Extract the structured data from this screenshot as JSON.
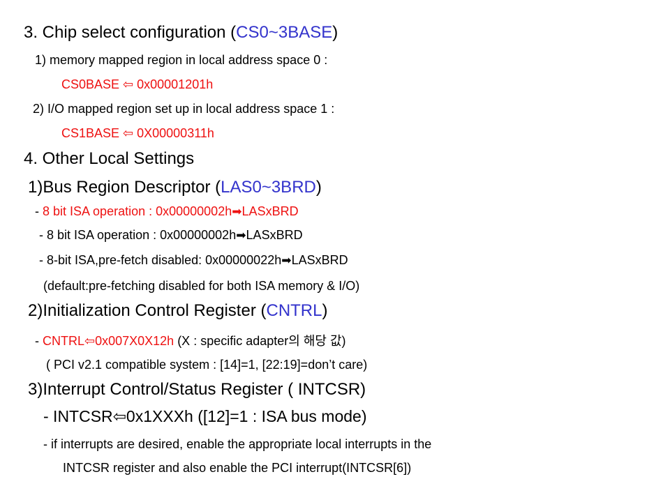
{
  "colors": {
    "text": "#000000",
    "blue": "#3333cc",
    "red": "#ee1111",
    "background": "#ffffff"
  },
  "s3": {
    "heading_pre": "3. Chip select configuration (",
    "heading_code": "CS0~3BASE",
    "heading_post": ")",
    "item1": "1) memory mapped region in local address space 0 :",
    "item1_val": "CS0BASE ⇦ 0x00001201h",
    "item2": "2) I/O mapped region set up in local address space 1 :",
    "item2_val": "CS1BASE ⇦ 0X00000311h"
  },
  "s4": {
    "heading": "4. Other Local Settings",
    "bus_pre": "1)Bus Region Descriptor (",
    "bus_code": "LAS0~3BRD",
    "bus_post": ")",
    "bus_b1_dash": "- ",
    "bus_b1_red": "8 bit ISA operation : 0x00000002h",
    "bus_b1_arrow": "➡",
    "bus_b1_tail": "LASxBRD",
    "bus_b2": "- 8 bit ISA operation : 0x00000002h",
    "bus_b2_arrow": "➡",
    "bus_b2_tail": "LASxBRD",
    "bus_b3": "- 8-bit ISA,pre-fetch disabled: 0x00000022h",
    "bus_b3_arrow": "➡",
    "bus_b3_tail": "LASxBRD",
    "bus_note": "(default:pre-fetching disabled for both ISA memory & I/O)",
    "init_pre": "2)Initialization Control Register (",
    "init_code": "CNTRL",
    "init_post": ")",
    "init_b1_dash": "- ",
    "init_b1_red": "CNTRL⇦0x007X0X12h",
    "init_b1_tail": " (X : specific adapter의 해당 값)",
    "init_note": "( PCI v2.1 compatible system : [14]=1, [22:19]=don’t care)",
    "int_heading": "3)Interrupt Control/Status Register ( INTCSR)",
    "int_b1": "- INTCSR⇦0x1XXXh   ([12]=1 : ISA bus mode)",
    "int_b2": "- if interrupts are desired, enable the appropriate local interrupts in the",
    "int_b3": "INTCSR register and also enable the PCI  interrupt(INTCSR[6])"
  }
}
